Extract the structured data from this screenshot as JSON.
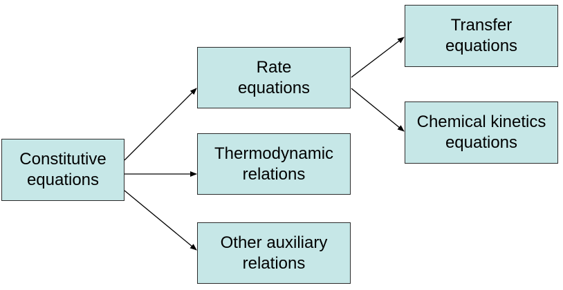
{
  "diagram": {
    "nodes": [
      {
        "id": "constitutive",
        "label": "Constitutive\nequations"
      },
      {
        "id": "rate",
        "label": "Rate\nequations"
      },
      {
        "id": "thermo",
        "label": "Thermodynamic\nrelations"
      },
      {
        "id": "other",
        "label": "Other auxiliary\nrelations"
      },
      {
        "id": "transfer",
        "label": "Transfer\nequations"
      },
      {
        "id": "kinetics",
        "label": "Chemical kinetics\nequations"
      }
    ],
    "edges": [
      {
        "from": "constitutive",
        "to": "rate"
      },
      {
        "from": "constitutive",
        "to": "thermo"
      },
      {
        "from": "constitutive",
        "to": "other"
      },
      {
        "from": "rate",
        "to": "transfer"
      },
      {
        "from": "rate",
        "to": "kinetics"
      }
    ],
    "colors": {
      "box_fill": "#c6e7e7",
      "box_border": "#2a2a2a",
      "arrow": "#000000"
    }
  }
}
